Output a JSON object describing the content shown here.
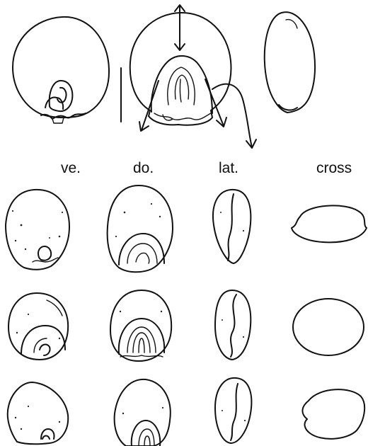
{
  "column_labels": {
    "ventral": "ve.",
    "dorsal": "do.",
    "lateral": "lat.",
    "cross": "cross"
  },
  "ink_color": "#111111",
  "background_color": "#ffffff"
}
